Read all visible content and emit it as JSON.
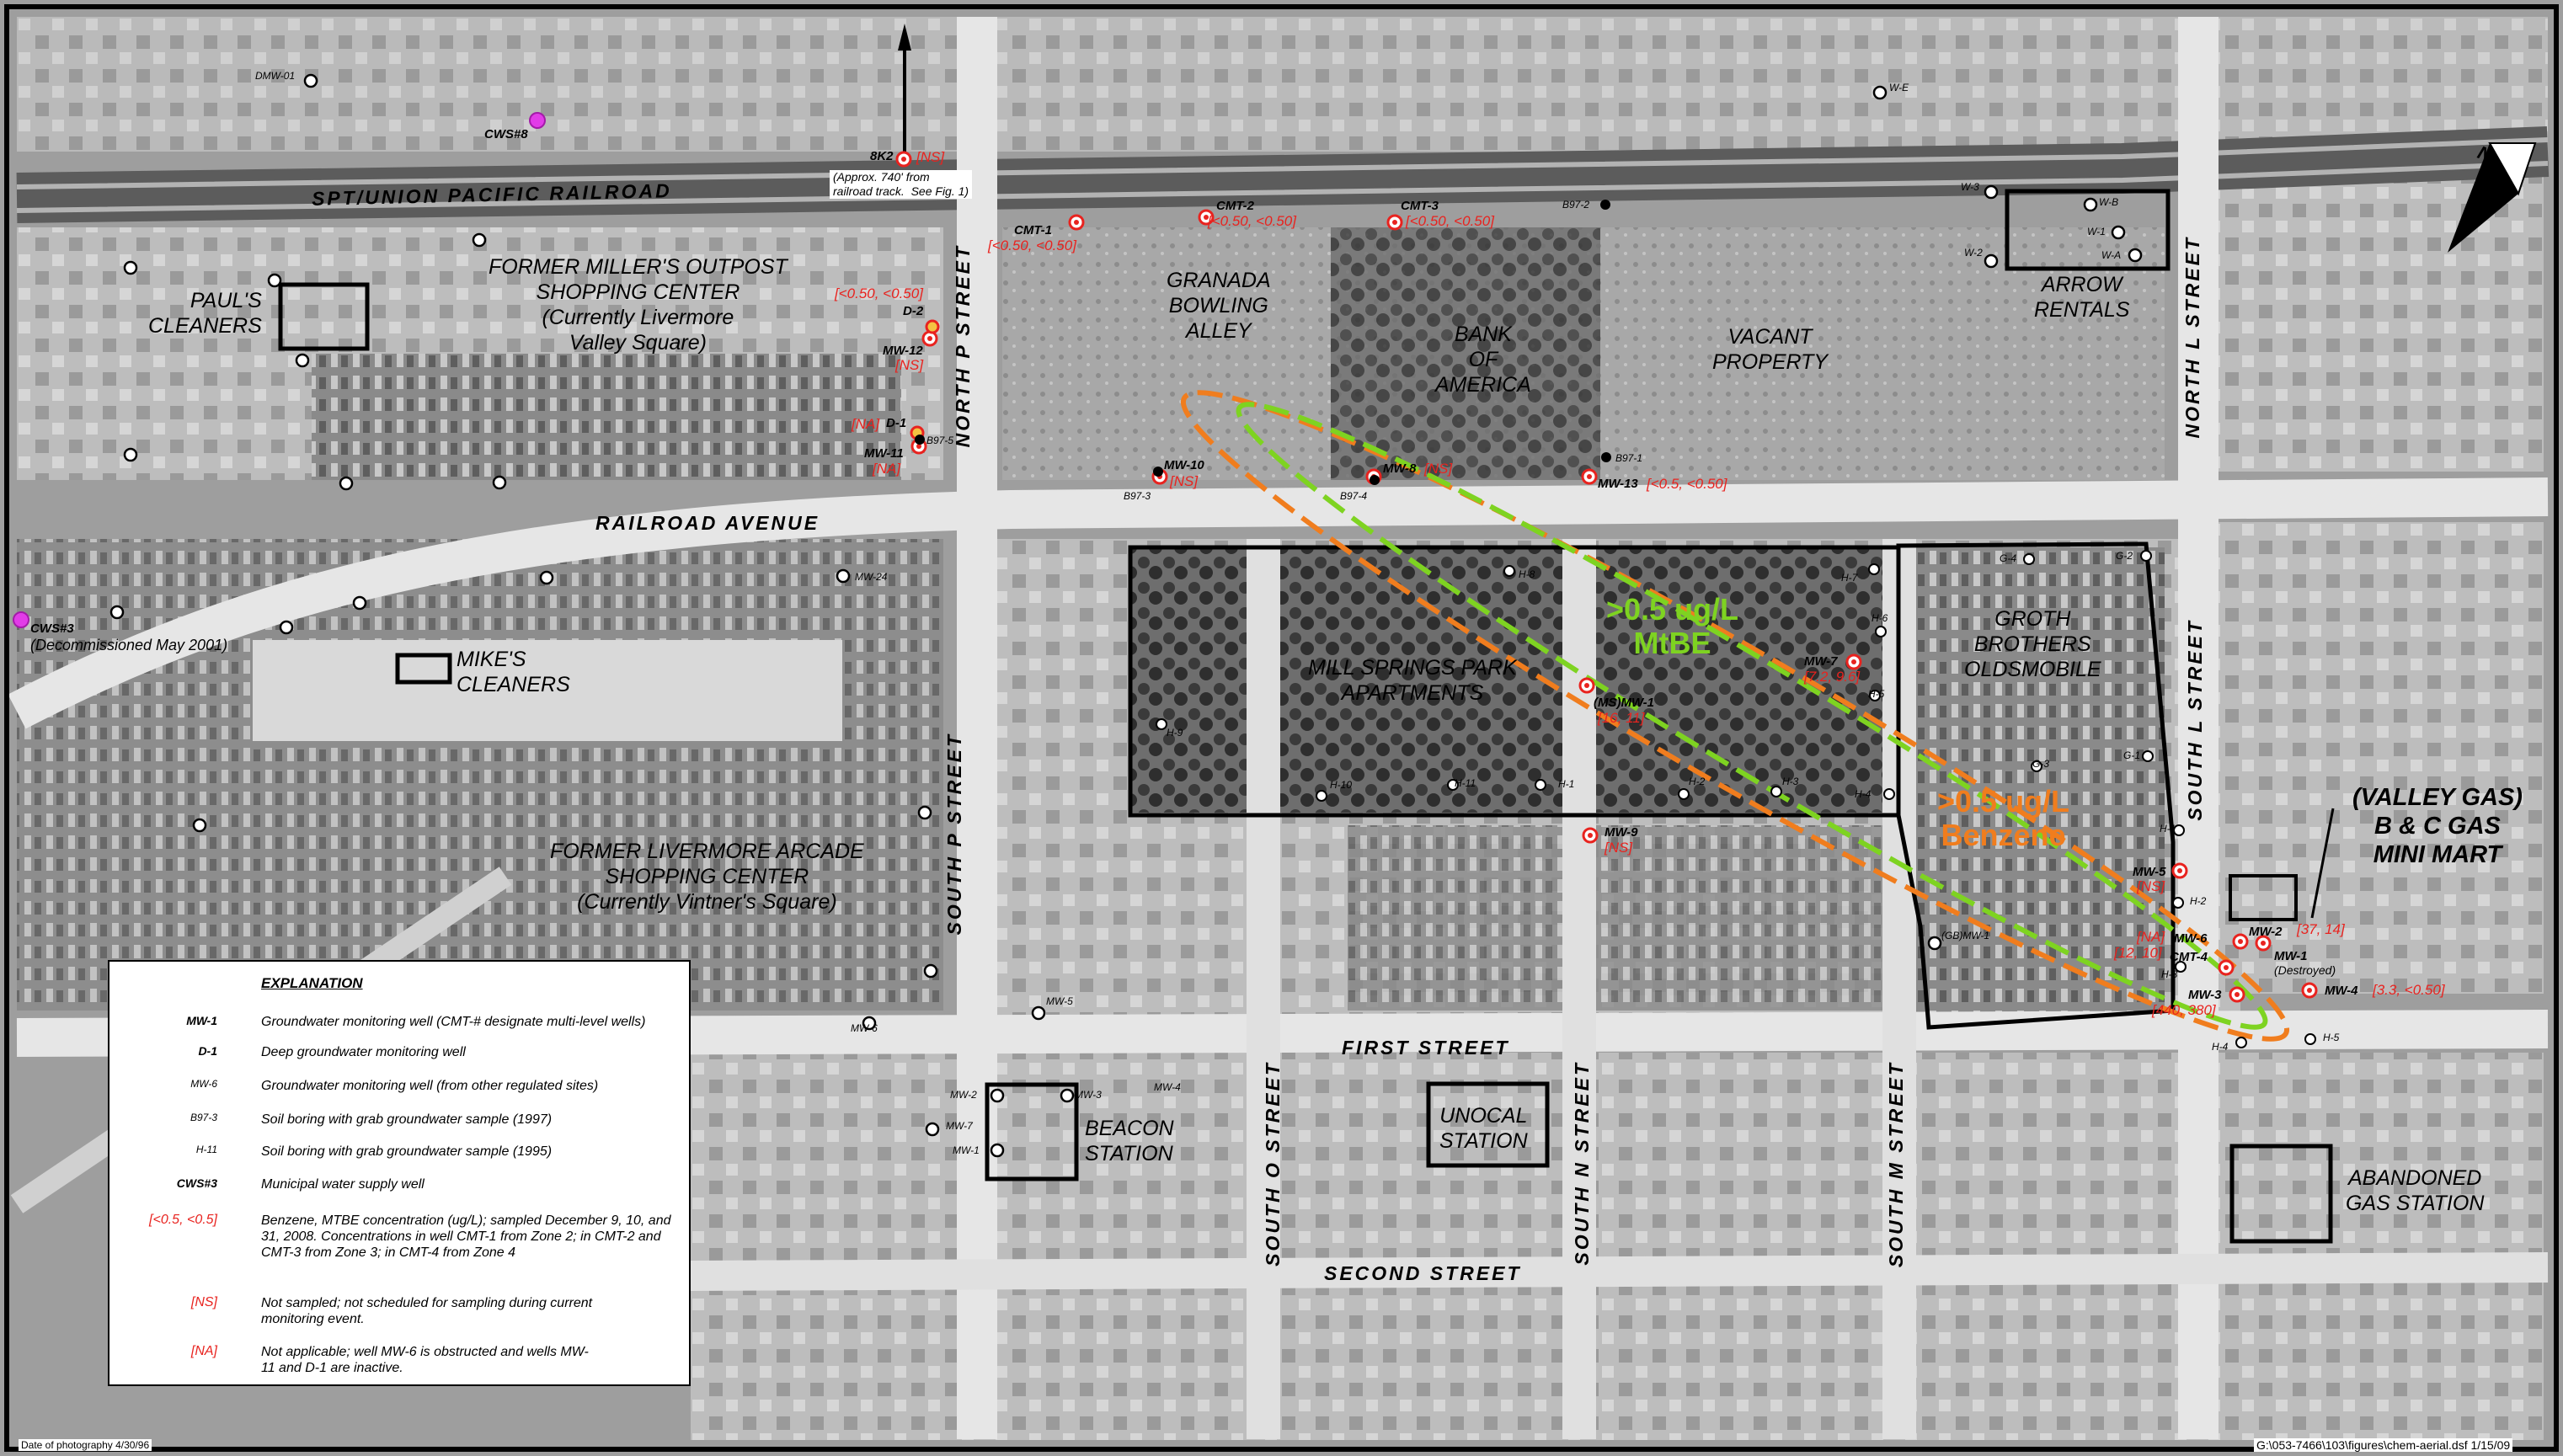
{
  "north_label": "N",
  "railroad": "SPT/UNION PACIFIC RAILROAD",
  "streets": {
    "railroad_avenue": "RAILROAD AVENUE",
    "first_street": "FIRST STREET",
    "second_street": "SECOND STREET",
    "north_p_street": "NORTH P STREET",
    "south_p_street": "SOUTH P STREET",
    "south_o_street": "SOUTH O STREET",
    "south_n_street": "SOUTH N STREET",
    "south_m_street": "SOUTH M STREET",
    "north_l_street": "NORTH L STREET",
    "south_l_street": "SOUTH L STREET"
  },
  "places": {
    "pauls_cleaners": "PAUL'S\nCLEANERS",
    "millers_outpost": "FORMER MILLER'S OUTPOST\nSHOPPING CENTER\n(Currently Livermore\nValley Square)",
    "granada_bowling": "GRANADA\nBOWLING\nALLEY",
    "bank_of_america": "BANK\nOF\nAMERICA",
    "vacant_property": "VACANT\nPROPERTY",
    "arrow_rentals": "ARROW\nRENTALS",
    "mikes_cleaners": "MIKE'S\nCLEANERS",
    "mill_springs": "MILL SPRINGS PARK\nAPARTMENTS",
    "groth_brothers": "GROTH\nBROTHERS\nOLDSMOBILE",
    "livermore_arcade": "FORMER LIVERMORE ARCADE\nSHOPPING CENTER\n(Currently Vintner's Square)",
    "beacon_station": "BEACON\nSTATION",
    "unocal_station": "UNOCAL\nSTATION",
    "valley_gas": "(VALLEY GAS)\nB & C GAS\nMINI MART",
    "abandoned_gas": "ABANDONED\nGAS STATION"
  },
  "plumes": {
    "mtbe": ">0.5 ug/L\nMtBE",
    "benzene": ">0.5 ug/L\nBenzene",
    "mtbe_color": "#7ed321",
    "benzene_color": "#f07d1e"
  },
  "wells": {
    "dmw01": "DMW-01",
    "cws8": "CWS#8",
    "cws3": "CWS#3",
    "cws3_note": "(Decommissioned May 2001)",
    "mw24": "MW-24",
    "eight_k2": "8K2",
    "eight_k2_conc": "[NS]",
    "eight_k2_note": "(Approx. 740' from\nrailroad track.  See Fig. 1)",
    "cmt1": "CMT-1",
    "cmt1_conc": "[<0.50, <0.50]",
    "cmt2": "CMT-2",
    "cmt2_conc": "[<0.50, <0.50]",
    "cmt3": "CMT-3",
    "cmt3_conc": "[<0.50, <0.50]",
    "b97_2": "B97-2",
    "d2_conc": "[<0.50, <0.50]",
    "d2": "D-2",
    "mw12": "MW-12",
    "mw12_conc": "[NS]",
    "d1_conc": "[NA]",
    "d1": "D-1",
    "mw11": "MW-11",
    "mw11_conc": "[NA]",
    "b97_5": "B97-5",
    "mw10": "MW-10",
    "mw10_conc": "[NS]",
    "b97_3": "B97-3",
    "mw8": "MW-8",
    "mw8_conc": "[NS]",
    "b97_4": "B97-4",
    "mw13": "MW-13",
    "mw13_conc": "[<0.5,  <0.50]",
    "b97_1": "B97-1",
    "we": "W-E",
    "w3": "W-3",
    "wb": "W-B",
    "w1": "W-1",
    "w2": "W-2",
    "wa": "W-A",
    "mw7": "MW-7",
    "mw7_conc": "[7.2, 9.6]",
    "msmw1": "(MS)MW-1",
    "msmw1_conc": "[16,  11]",
    "mw9": "MW-9",
    "mw9_conc": "[NS]",
    "mw5": "MW-5",
    "mw5_conc": "[NS]",
    "mw6": "MW-6",
    "mw6_conc_a": "[NA]",
    "mw6_conc_b": "[12, 10]",
    "cmt4": "CMT-4",
    "mw3": "MW-3",
    "mw3_conc": "[440,  380]",
    "mw2": "MW-2",
    "mw2_conc": "[37, 14]",
    "mw1": "MW-1",
    "mw1_note": "(Destroyed)",
    "mw4": "MW-4",
    "mw4_conc": "[3.3, <0.50]",
    "gbmw1": "(GB)MW-1",
    "mw5b": "MW-5",
    "mw6b": "MW-6",
    "mw2b": "MW-2",
    "mw3b": "MW-3",
    "mw4b": "MW-4",
    "mw7b": "MW-7",
    "mw1b": "MW-1"
  },
  "borings": [
    "H-8",
    "H-7",
    "H-6",
    "H-5",
    "H-9",
    "H-10",
    "H-11",
    "H-1",
    "H-2",
    "H-3",
    "H-4",
    "G-4",
    "G-2",
    "G-3",
    "G-1",
    "H-1",
    "H-2",
    "H-3",
    "H-4",
    "H-5"
  ],
  "legend": {
    "title": "EXPLANATION",
    "rows": [
      {
        "symbol": "MW-1",
        "desc": "Groundwater monitoring well (CMT-# designate multi-level wells)"
      },
      {
        "symbol": "D-1",
        "desc": "Deep groundwater monitoring well"
      },
      {
        "symbol": "MW-6",
        "desc": "Groundwater monitoring well (from other regulated sites)"
      },
      {
        "symbol": "B97-3",
        "desc": "Soil boring with grab groundwater sample (1997)"
      },
      {
        "symbol": "H-11",
        "desc": "Soil boring with grab groundwater sample (1995)"
      },
      {
        "symbol": "CWS#3",
        "desc": "Municipal water supply well"
      },
      {
        "symbol": "[<0.5,  <0.5]",
        "desc": "Benzene, MTBE concentration (ug/L); sampled December 9, 10, and 31, 2008. Concentrations in well CMT-1 from Zone 2; in CMT-2 and CMT-3 from Zone 3; in CMT-4 from Zone 4"
      },
      {
        "symbol": "[NS]",
        "desc": "Not sampled; not scheduled for sampling during current monitoring event."
      },
      {
        "symbol": "[NA]",
        "desc": "Not applicable; well MW-6 is obstructed and wells MW-11 and D-1 are inactive."
      }
    ]
  },
  "photo_date": "Date of photography 4/30/96",
  "file_path": "G:\\053-7466\\103\\figures\\chem-aerial.dsf   1/15/09"
}
